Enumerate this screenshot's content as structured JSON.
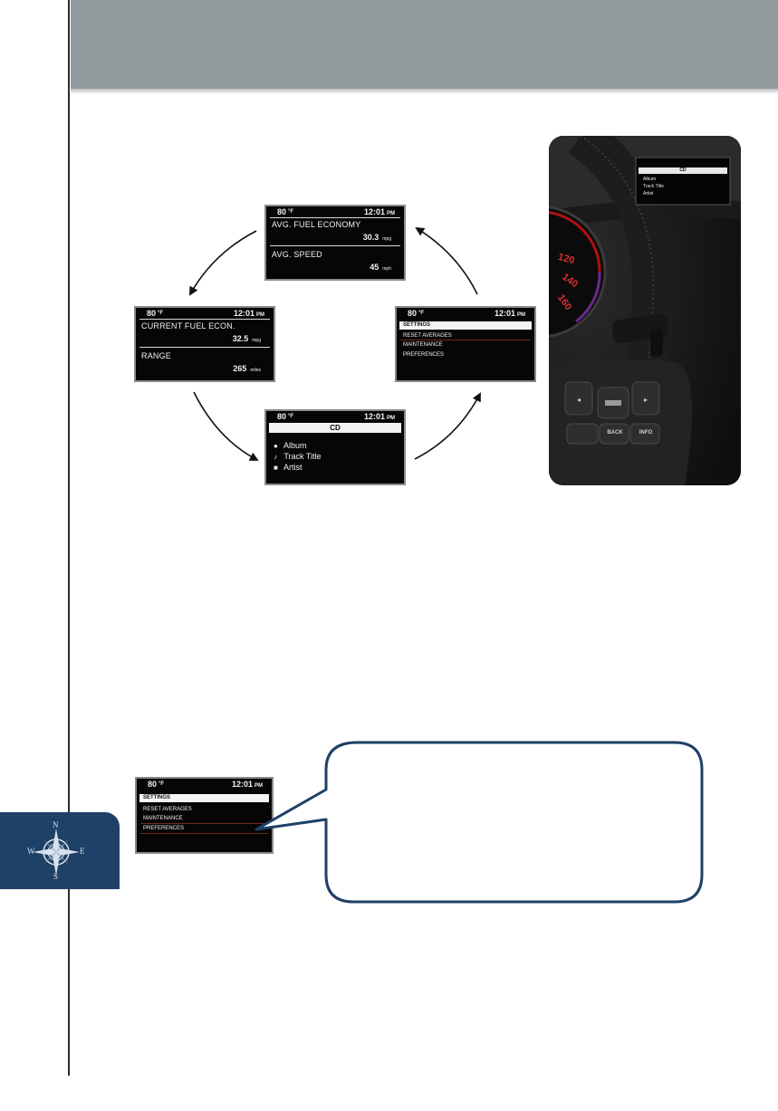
{
  "display": {
    "temp": "80",
    "temp_unit": "°F",
    "time": "12:01",
    "ampm": "PM"
  },
  "screens": {
    "fuel_economy": {
      "label1": "AVG. FUEL ECONOMY",
      "value1": "30.3",
      "unit1": "mpg",
      "label2": "AVG. SPEED",
      "value2": "45",
      "unit2": "mph"
    },
    "current_fuel": {
      "label1": "CURRENT FUEL ECON.",
      "value1": "32.5",
      "unit1": "mpg",
      "label2": "RANGE",
      "value2": "265",
      "unit2": "miles"
    },
    "settings": {
      "title": "SETTINGS",
      "items": [
        "RESET AVERAGES",
        "MAINTENANCE",
        "PREFERENCES"
      ]
    },
    "cd": {
      "title": "CD",
      "items": [
        {
          "icon": "disc-icon",
          "glyph": "●",
          "label": "Album"
        },
        {
          "icon": "music-note-icon",
          "glyph": "♪",
          "label": "Track Title"
        },
        {
          "icon": "person-icon",
          "glyph": "■",
          "label": "Artist"
        }
      ]
    }
  },
  "steering": {
    "back_label": "BACK",
    "info_label": "INFO",
    "gauge_numbers": [
      "120",
      "140",
      "160"
    ],
    "mini_display": {
      "title": "CD",
      "items": [
        "Album",
        "Track Title",
        "Artist"
      ]
    }
  },
  "compass": {
    "north": "N",
    "south": "S",
    "east": "E",
    "west": "W"
  },
  "colors": {
    "header": "#939a9e",
    "tab": "#1f4067",
    "callout_border": "#1f4067",
    "menu_highlight": "#6e2a22"
  }
}
